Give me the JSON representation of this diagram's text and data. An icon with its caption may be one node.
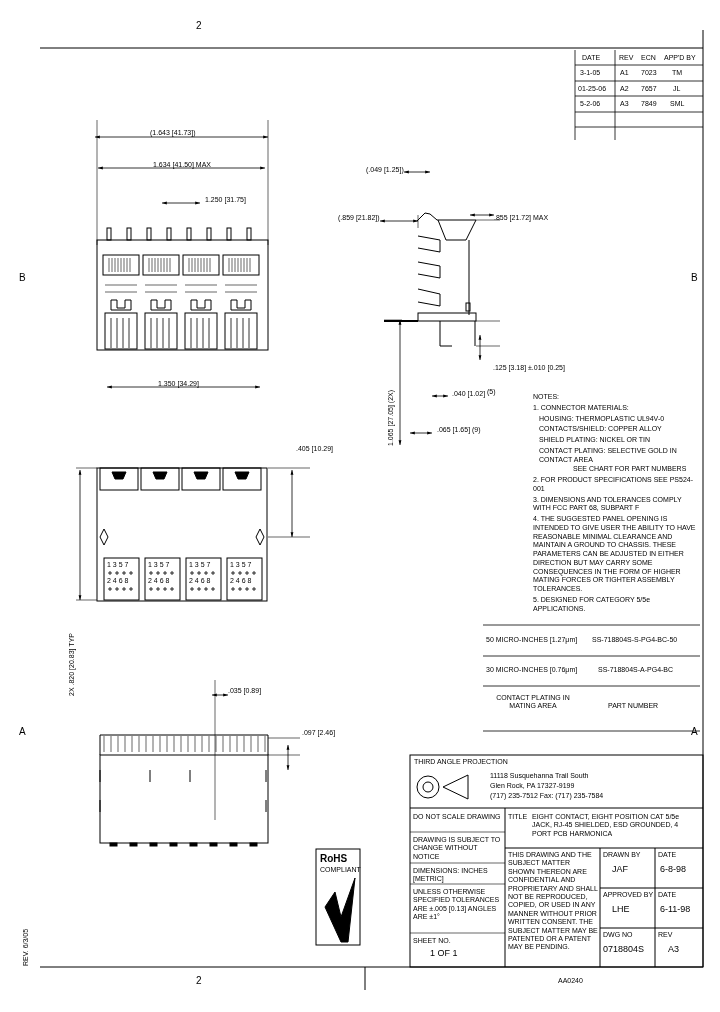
{
  "diagram": {
    "labels": [
      "2",
      "DATE",
      "REV",
      "ECN",
      "APP'D BY",
      "3-1-05",
      "A1",
      "7023",
      "TM",
      "01-25-06",
      "A2",
      "7657",
      "JL",
      "5-2-06",
      "A3",
      "7849",
      "SML",
      "B",
      "B",
      "(1.643 [41.73])",
      "1.634 [41.50] MAX",
      "1.250 [31.75]",
      "1.350 [34.29]",
      "(.049 [1.25])",
      "(.859 [21.82])",
      ".855 [21.72] MAX",
      ".125 [3.18] ±.010 [0.25]",
      ".040 [1.02]",
      "(5)",
      ".065 [1.65] (9)",
      "1.065 [27.05] (2X)",
      ".405 [10.29]",
      "1 3 5 7",
      "1 3 5 7",
      "1 3 5 7",
      "1 3 5 7",
      "2 4 6 8",
      "2 4 6 8",
      "2 4 6 8",
      "2 4 6 8",
      "2X .820 [20.83] TYP",
      ".035 [0.89]",
      "A",
      ".097 [2.46]",
      "A",
      "REV. 6/3/05",
      "NOTES:",
      "1. CONNECTOR MATERIALS:",
      "HOUSING: THERMOPLASTIC UL94V-0",
      "CONTACTS/SHIELD: COPPER ALLOY",
      "SHIELD PLATING: NICKEL OR TIN",
      "CONTACT PLATING: SELECTIVE GOLD IN CONTACT AREA",
      "SEE CHART FOR PART NUMBERS",
      "2. FOR PRODUCT SPECIFICATIONS SEE PS524-001",
      "3. DIMENSIONS AND TOLERANCES COMPLY WITH FCC PART 68, SUBPART F",
      "4. THE SUGGESTED PANEL OPENING IS INTENDED TO GIVE USER THE ABILITY TO HAVE REASONABLE MINIMAL CLEARANCE AND MAINTAIN A GROUND TO CHASSIS. THESE PARAMETERS CAN BE ADJUSTED IN EITHER DIRECTION BUT MAY CARRY SOME CONSEQUENCES IN THE FORM OF HIGHER MATING FORCES OR TIGHTER ASSEMBLY TOLERANCES.",
      "5. DESIGNED FOR CATEGORY 5/5e APPLICATIONS.",
      "50 MICRO-INCHES [1.27μm]",
      "SS-718804S-S-PG4-BC-50",
      "30 MICRO-INCHES [0.76μm]",
      "SS-718804S-A-PG4-BC",
      "CONTACT PLATING IN MATING AREA",
      "PART NUMBER",
      "THIRD ANGLE PROJECTION",
      "11118 Susquehanna Trail South",
      "Glen Rock, PA 17327-9199",
      "(717) 235-7512 Fax: (717) 235-7584",
      "DO NOT SCALE DRAWING",
      "DRAWING IS SUBJECT TO CHANGE WITHOUT NOTICE",
      "DIMENSIONS: INCHES [METRIC]",
      "UNLESS OTHERWISE SPECIFIED TOLERANCES ARE ±.005 [0.13] ANGLES ARE ±1°",
      "SHEET NO.",
      "1 OF 1",
      "TITLE",
      "EIGHT CONTACT, EIGHT POSITION CAT 5/5e JACK, RJ-45 SHIELDED, ESD GROUNDED, 4 PORT PCB HARMONICA",
      "THIS DRAWING AND THE SUBJECT MATTER SHOWN THEREON ARE CONFIDENTIAL AND PROPRIETARY AND SHALL NOT BE REPRODUCED, COPIED, OR USED IN ANY MANNER WITHOUT PRIOR WRITTEN CONSENT. THE SUBJECT MATTER MAY BE PATENTED OR A PATENT MAY BE PENDING.",
      "DRAWN BY",
      "JAF",
      "DATE",
      "6-8-98",
      "APPROVED BY",
      "LHE",
      "DATE",
      "6-11-98",
      "DWG NO",
      "0718804S",
      "REV",
      "A3",
      "RoHS",
      "COMPLIANT",
      "2",
      "AA0240"
    ]
  }
}
